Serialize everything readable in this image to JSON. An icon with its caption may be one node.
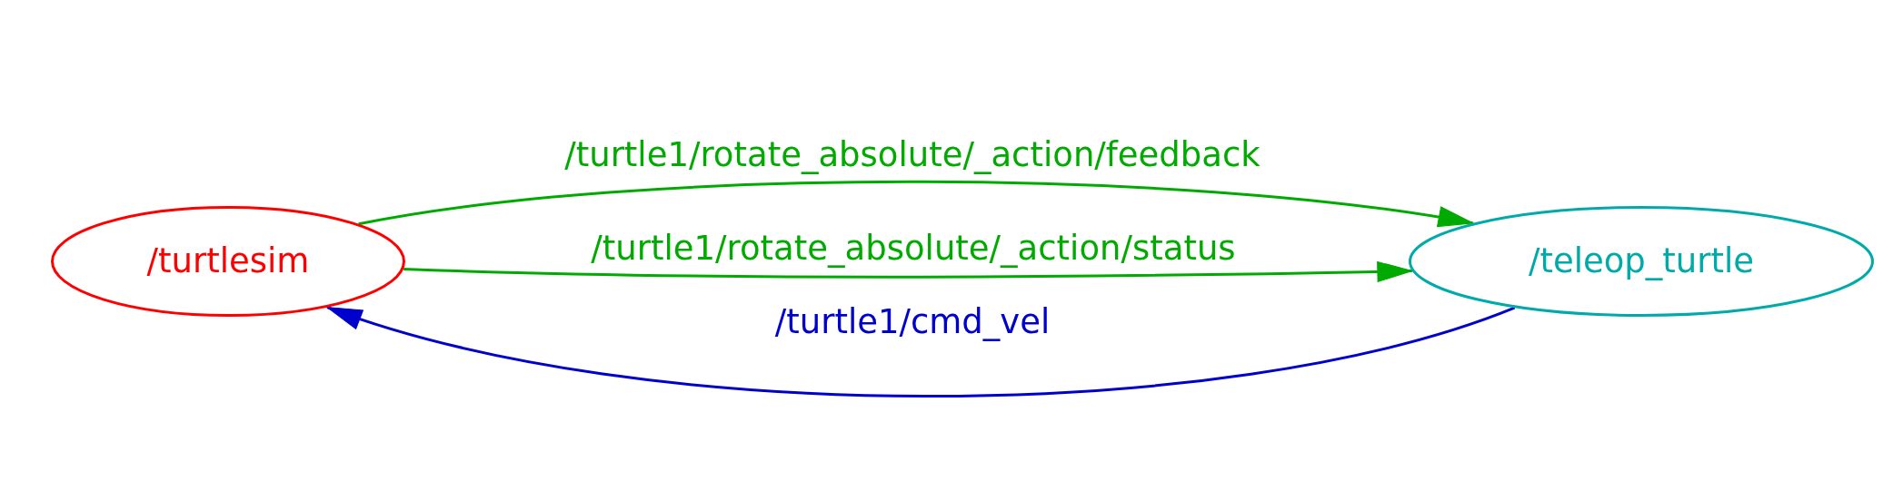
{
  "diagram": {
    "nodes": [
      {
        "text": [
          "/turtlesim"
        ]
      },
      {
        "text": [
          "/teleop_turtle"
        ]
      }
    ],
    "edges": [
      {
        "from": 0,
        "to": 1,
        "arrow": "to",
        "label": "/turtle1/rotate_absolute/_action/feedback"
      },
      {
        "from": 0,
        "to": 1,
        "arrow": "to",
        "label": "/turtle1/rotate_absolute/_action/status"
      },
      {
        "from": 1,
        "to": 0,
        "arrow": "to",
        "label": "/turtle1/cmd_vel",
        "color": "#0000cc"
      }
    ]
  }
}
